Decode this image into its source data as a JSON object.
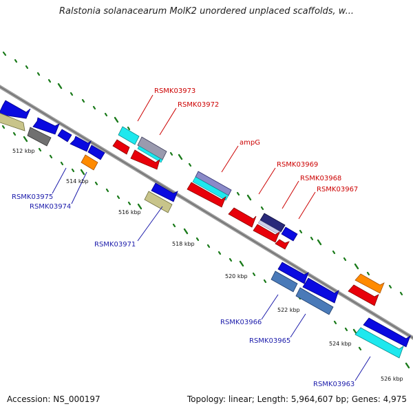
{
  "title": "Ralstonia solanacearum MolK2 unordered unplaced scaffolds, w...",
  "footer": {
    "accession": "Accession: NS_000197",
    "stats": "Topology: linear; Length: 5,964,607 bp; Genes: 4,975"
  },
  "kbp_labels": [
    "512 kbp",
    "514 kbp",
    "516 kbp",
    "518 kbp",
    "520 kbp",
    "522 kbp",
    "524 kbp",
    "526 kbp"
  ],
  "gene_labels_red": [
    "RSMK03973",
    "RSMK03972",
    "ampG",
    "RSMK03969",
    "RSMK03968",
    "RSMK03967"
  ],
  "gene_labels_blue": [
    "RSMK03975",
    "RSMK03974",
    "RSMK03971",
    "RSMK03966",
    "RSMK03965",
    "RSMK03963"
  ],
  "colors": {
    "backbone": "#8a8a8a",
    "tick": "#1a7a1a",
    "red_gene": "#e8000a",
    "blue_gene": "#0a0ae0",
    "cyan_gene": "#1ee8ee",
    "khaki_gene": "#c8c48a",
    "orange_gene": "#ff8a00",
    "steel_gene": "#4a7ab8",
    "gray_gene": "#707070",
    "label_red": "#cc0000",
    "label_blue": "#1a1aaa"
  }
}
